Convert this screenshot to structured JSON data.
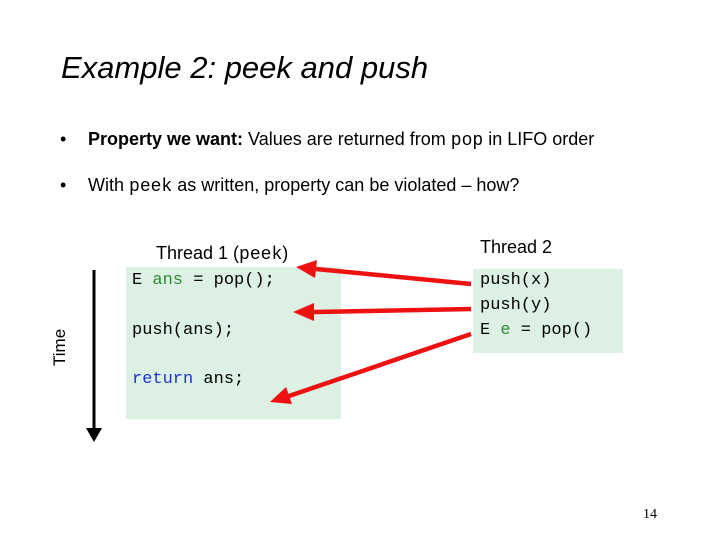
{
  "slide": {
    "title": "Example 2: peek and push",
    "page_number": "14"
  },
  "bullets": [
    {
      "marker": "•",
      "bold_lead": "Property we want:",
      "text_before": " Values are returned from ",
      "code": "pop",
      "text_after": " in LIFO order"
    },
    {
      "marker": "•",
      "text_before": "With ",
      "code": "peek",
      "text_after": " as written, property can be violated – how?"
    }
  ],
  "thread1": {
    "label_prefix": "Thread 1 (",
    "label_code": "peek",
    "label_suffix": ")",
    "line1": {
      "type": "E ",
      "var": "ans",
      "rest": " = pop();"
    },
    "line2": "push(ans);",
    "line3": {
      "keyword": "return",
      "rest": " ans;"
    }
  },
  "thread2": {
    "label": "Thread 2",
    "line1": "push(x)",
    "line2": "push(y)",
    "line3": {
      "type": "E ",
      "var": "e",
      "rest": " = pop()"
    }
  },
  "time_axis": {
    "label": "Time"
  },
  "colors": {
    "code_box_fill": "#dcf0e4",
    "arrow_red": "#ee1111",
    "keyword_green": "#2e8b30",
    "keyword_blue": "#1f35c8"
  }
}
